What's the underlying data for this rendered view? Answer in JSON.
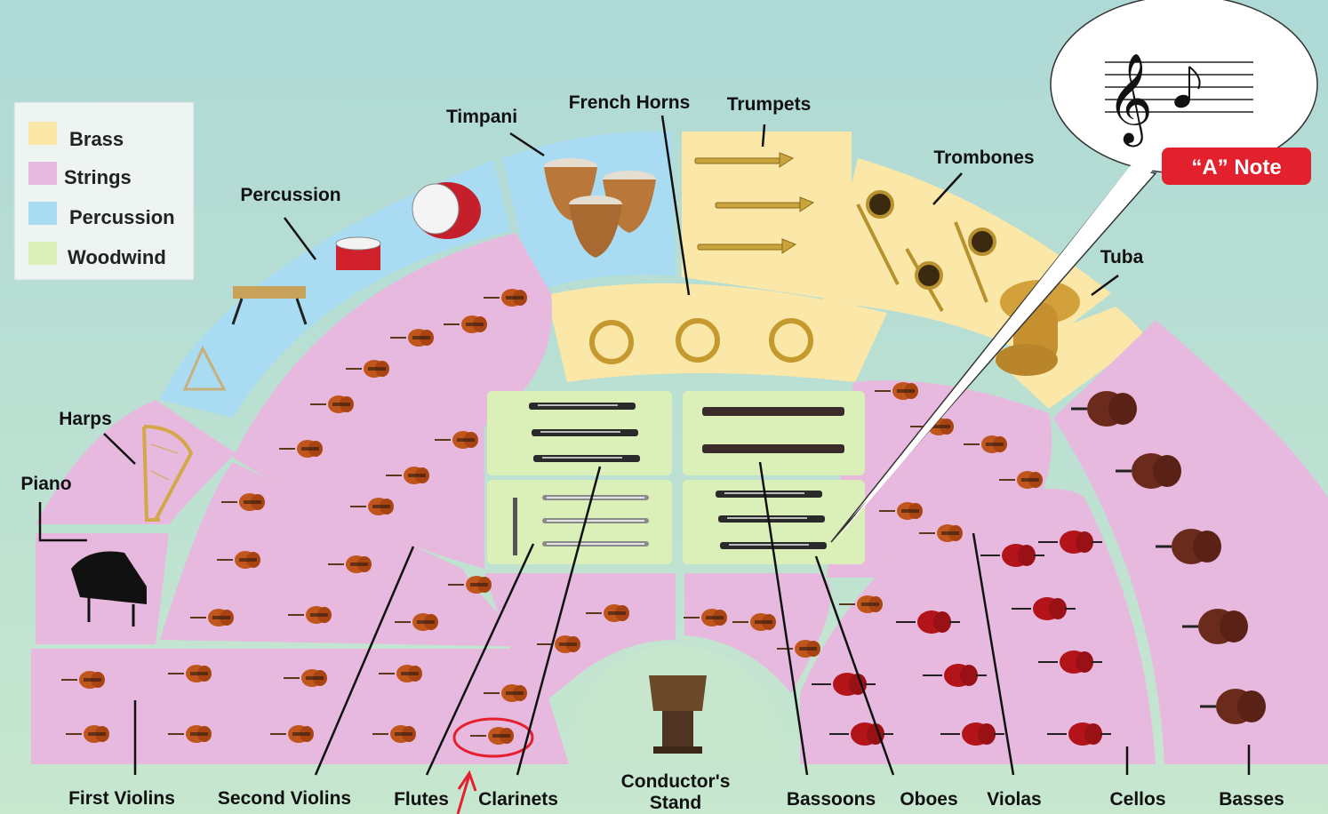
{
  "legend": {
    "items": [
      {
        "label": "Brass",
        "color": "#fbe7a8"
      },
      {
        "label": "Strings",
        "color": "#e8b9de"
      },
      {
        "label": "Percussion",
        "color": "#a9dcf2"
      },
      {
        "label": "Woodwind",
        "color": "#dbefb8"
      }
    ]
  },
  "labels": {
    "timpani": "Timpani",
    "french_horns": "French Horns",
    "trumpets": "Trumpets",
    "trombones": "Trombones",
    "tuba": "Tuba",
    "percussion": "Percussion",
    "harps": "Harps",
    "piano": "Piano",
    "first_violins": "First Violins",
    "second_violins": "Second Violins",
    "flutes": "Flutes",
    "clarinets": "Clarinets",
    "conductor_line1": "Conductor's",
    "conductor_line2": "Stand",
    "bassoons": "Bassoons",
    "oboes": "Oboes",
    "violas": "Violas",
    "cellos": "Cellos",
    "basses": "Basses"
  },
  "note_badge": "“A” Note"
}
